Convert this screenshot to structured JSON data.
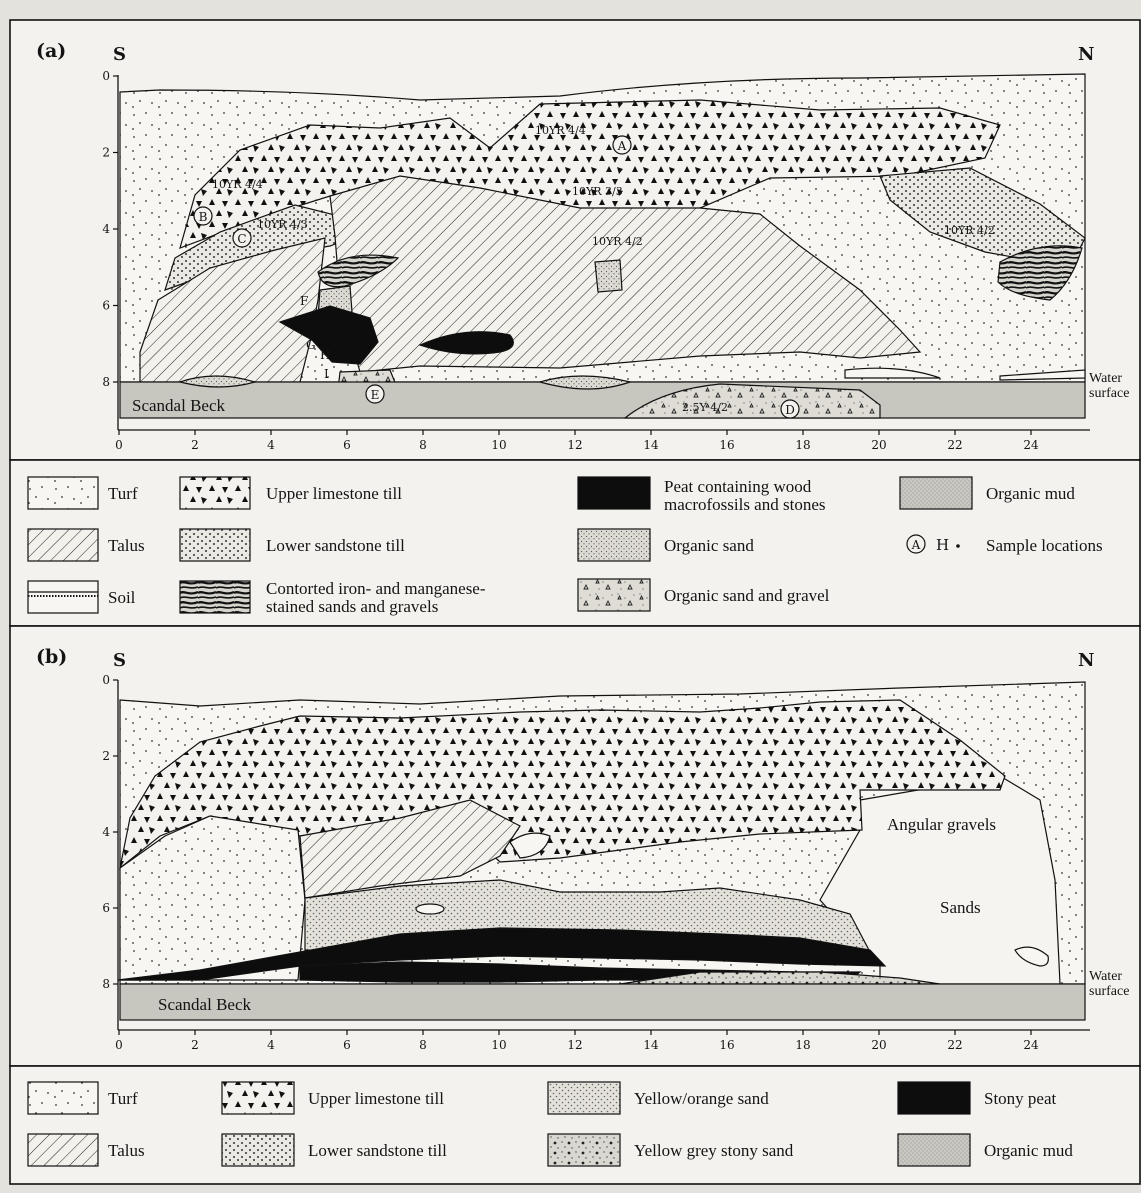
{
  "panel_a": {
    "panel_label": "(a)",
    "direction_left": "S",
    "direction_right": "N",
    "depth_ticks": [
      "0",
      "2",
      "4",
      "6",
      "8"
    ],
    "distance_ticks": [
      "0",
      "2",
      "4",
      "6",
      "8",
      "10",
      "12",
      "14",
      "16",
      "18",
      "20",
      "22",
      "24"
    ],
    "stream_label": "Scandal Beck",
    "water_label_line1": "Water",
    "water_label_line2": "surface",
    "munsell": [
      "10YR 4/4",
      "10YR 3/3",
      "10YR 4/4",
      "10YR 4/3",
      "10YR 4/2",
      "10YR 4/2",
      "2.5Y 4/2"
    ],
    "samples_circled": [
      "A",
      "B",
      "C",
      "D",
      "E"
    ],
    "samples_plain": [
      "F",
      "G",
      "H",
      "I"
    ]
  },
  "legend_a": {
    "items": [
      {
        "label": "Turf"
      },
      {
        "label": "Talus"
      },
      {
        "label": "Soil"
      },
      {
        "label": "Upper limestone till"
      },
      {
        "label": "Lower sandstone till"
      },
      {
        "label_line1": "Contorted iron- and manganese-",
        "label_line2": "stained sands and gravels"
      },
      {
        "label_line1": "Peat containing wood",
        "label_line2": "macrofossils and stones"
      },
      {
        "label": "Organic sand"
      },
      {
        "label": "Organic sand and gravel"
      },
      {
        "label": "Organic mud"
      },
      {
        "label": "Sample locations",
        "symbol_circle": "A",
        "symbol_plain": "H"
      }
    ]
  },
  "panel_b": {
    "panel_label": "(b)",
    "direction_left": "S",
    "direction_right": "N",
    "depth_ticks": [
      "0",
      "2",
      "4",
      "6",
      "8"
    ],
    "distance_ticks": [
      "0",
      "2",
      "4",
      "6",
      "8",
      "10",
      "12",
      "14",
      "16",
      "18",
      "20",
      "22",
      "24"
    ],
    "stream_label": "Scandal Beck",
    "water_label_line1": "Water",
    "water_label_line2": "surface",
    "region_labels": [
      "Angular gravels",
      "Sands"
    ]
  },
  "legend_b": {
    "items": [
      {
        "label": "Turf"
      },
      {
        "label": "Talus"
      },
      {
        "label": "Upper limestone till"
      },
      {
        "label": "Lower sandstone till"
      },
      {
        "label": "Yellow/orange sand"
      },
      {
        "label": "Yellow grey stony sand"
      },
      {
        "label": "Stony peat"
      },
      {
        "label": "Organic mud"
      }
    ]
  }
}
